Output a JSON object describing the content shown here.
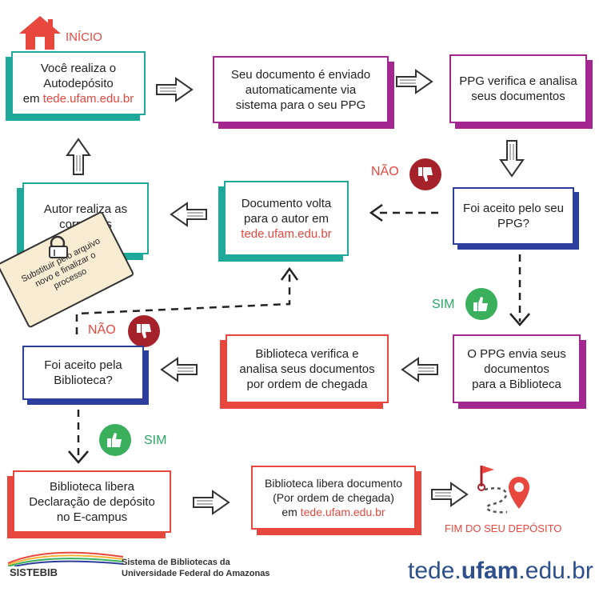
{
  "start": {
    "label": "INÍCIO"
  },
  "boxes": {
    "autodeposito": {
      "line1": "Você realiza o",
      "line2": "Autodepósito",
      "line3_prefix": "em ",
      "line3_link": "tede.ufam.edu.br"
    },
    "enviado": {
      "line1": "Seu documento é enviado",
      "line2": "automaticamente via",
      "line3": "sistema para o seu PPG"
    },
    "ppg_verifica": {
      "line1": "PPG verifica e analisa",
      "line2": "seus documentos"
    },
    "ppg_aceito": {
      "line1": "Foi aceito pelo seu",
      "line2": "PPG?"
    },
    "volta": {
      "line1": "Documento volta",
      "line2": "para o autor em",
      "line3_link": "tede.ufam.edu.br"
    },
    "correcoes": {
      "line1": "Autor realiza as",
      "line2": "correções"
    },
    "ppg_envia": {
      "line1": "O PPG envia seus",
      "line2": "documentos",
      "line3": "para a Biblioteca"
    },
    "biblioteca_verifica": {
      "line1": "Biblioteca verifica e",
      "line2": "analisa seus documentos",
      "line3": "por ordem de chegada"
    },
    "biblioteca_aceito": {
      "line1": "Foi aceito pela",
      "line2": "Biblioteca?"
    },
    "declaracao": {
      "line1": "Biblioteca libera",
      "line2": "Declaração de depósito",
      "line3": "no E-campus"
    },
    "libera_doc": {
      "line1": "Biblioteca libera  documento",
      "line2": "(Por ordem de chegada)",
      "line3_prefix": "em ",
      "line3_link": "tede.ufam.edu.br"
    }
  },
  "note": {
    "text": "Substituir pelo arquivo novo e finalizar o processo"
  },
  "labels": {
    "nao_ppg": "NÃO",
    "sim_ppg": "SIM",
    "nao_bib": "NÃO",
    "sim_bib": "SIM"
  },
  "end": {
    "label": "FIM DO SEU DEPÓSITO"
  },
  "footer": {
    "logo_text": "SISTEBIB",
    "org_line1": "Sistema de Bibliotecas da",
    "org_line2": "Universidade Federal do Amazonas",
    "url_a": "tede.",
    "url_b": "ufam",
    "url_c": ".edu.br"
  },
  "colors": {
    "teal": "#1ea99b",
    "purple": "#a3278f",
    "blue": "#2e3e9c",
    "red": "#e8473e",
    "green": "#3ab05c",
    "dark_red": "#a5222b"
  },
  "icons": [
    "home-icon",
    "thumbs-down-icon",
    "thumbs-up-icon",
    "paperclip-icon",
    "flag-icon",
    "map-pin-icon"
  ]
}
